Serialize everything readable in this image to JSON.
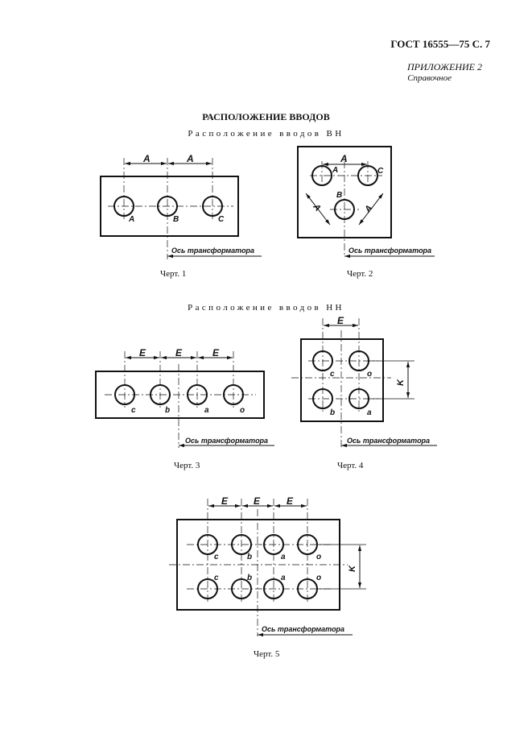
{
  "header": {
    "page_ref": "ГОСТ 16555—75 С. 7",
    "appendix": "ПРИЛОЖЕНИЕ 2",
    "appendix_note": "Справочное"
  },
  "title": "РАСПОЛОЖЕНИЕ ВВОДОВ",
  "sections": {
    "vn": "Расположение вводов ВН",
    "nn": "Расположение вводов НН"
  },
  "axis_label": "Ось трансформатора",
  "captions": {
    "fig1": "Черт. 1",
    "fig2": "Черт. 2",
    "fig3": "Черт. 3",
    "fig4": "Черт. 4",
    "fig5": "Черт. 5"
  },
  "dims": {
    "A": "A",
    "E": "E",
    "K": "K"
  },
  "labels": {
    "phase_A": "A",
    "phase_B": "B",
    "phase_C": "C",
    "a": "a",
    "b": "b",
    "c": "c",
    "o": "o"
  }
}
